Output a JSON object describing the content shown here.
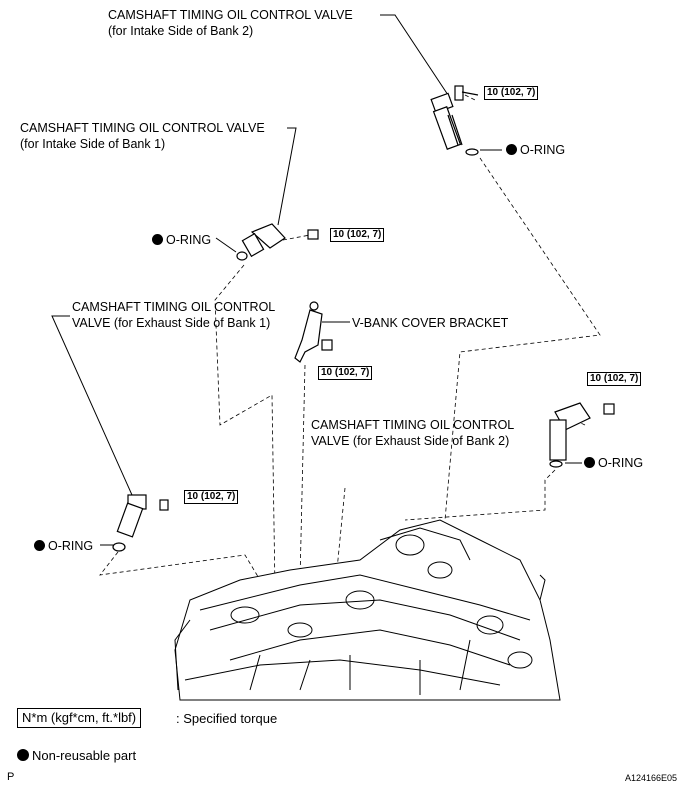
{
  "labels": {
    "ocv_intake_bank2": {
      "line1": "CAMSHAFT TIMING OIL CONTROL VALVE",
      "line2": "(for Intake Side of Bank 2)"
    },
    "ocv_intake_bank1": {
      "line1": "CAMSHAFT TIMING OIL CONTROL VALVE",
      "line2": "(for Intake Side of Bank 1)"
    },
    "ocv_exhaust_bank1": {
      "line1": "CAMSHAFT TIMING OIL CONTROL",
      "line2": "VALVE (for Exhaust Side of Bank 1)"
    },
    "ocv_exhaust_bank2": {
      "line1": "CAMSHAFT TIMING OIL CONTROL",
      "line2": "VALVE (for Exhaust Side of Bank 2)"
    },
    "v_bank_cover_bracket": "V-BANK COVER BRACKET",
    "o_ring": "O-RING"
  },
  "torque": {
    "spec": "10 (102, 7)"
  },
  "legend": {
    "torque_box": "N*m (kgf*cm, ft.*lbf)",
    "torque_text": ": Specified torque",
    "nonreusable_text": "Non-reusable part"
  },
  "footer": {
    "page_letter": "P",
    "figure_code": "A124166E05"
  }
}
